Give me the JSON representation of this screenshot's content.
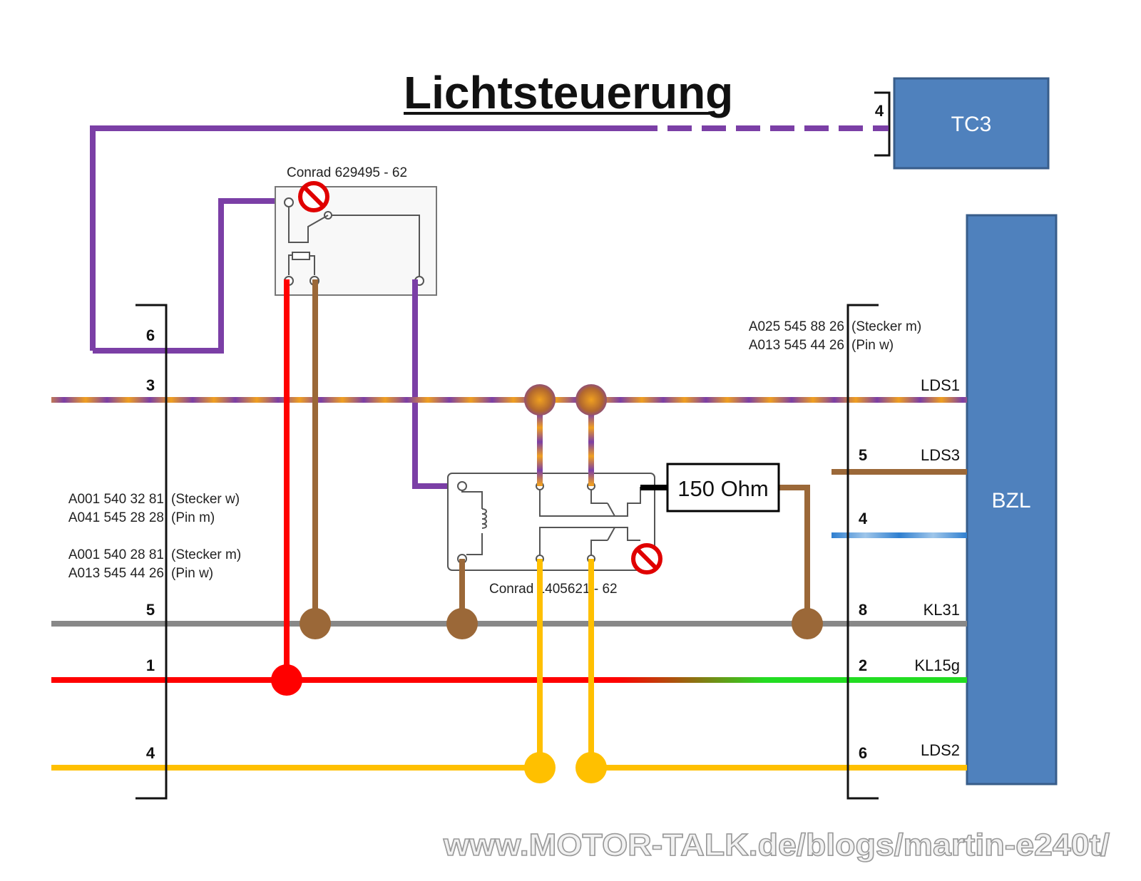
{
  "title": "Lichtsteuerung",
  "watermark": "www.MOTOR-TALK.de/blogs/martin-e240t/",
  "boxes": {
    "tc3": "TC3",
    "bzl": "BZL"
  },
  "tc3_pin": "4",
  "left_connector": {
    "pins": [
      "6",
      "3",
      "5",
      "1",
      "4"
    ],
    "parts": [
      [
        "A001 540 32 81",
        "(Stecker w)"
      ],
      [
        "A041 545 28 28",
        "(Pin m)"
      ],
      [
        "A001 540 28 81",
        "(Stecker m)"
      ],
      [
        "A013 545 44 26",
        "(Pin w)"
      ]
    ]
  },
  "right_connector": {
    "pins": [
      "5",
      "4",
      "8",
      "2",
      "6"
    ],
    "parts": [
      [
        "A025 545 88 26",
        "(Stecker m)"
      ],
      [
        "A013 545 44 26",
        "(Pin w)"
      ]
    ]
  },
  "signals": [
    "LDS1",
    "LDS3",
    "KL31",
    "KL15g",
    "LDS2"
  ],
  "relay1_label": "Conrad 629495 - 62",
  "relay2_label": "Conrad 1405621 - 62",
  "resistor": "150 Ohm",
  "colors": {
    "purple": "#7b3fa6",
    "orange": "#e8a33a",
    "red": "#ff0000",
    "brown": "#9b6838",
    "gray": "#888888",
    "yellow": "#ffc000",
    "green": "#22dd22",
    "blue": "#4f81bd",
    "box_blue": "#4f81bd"
  }
}
